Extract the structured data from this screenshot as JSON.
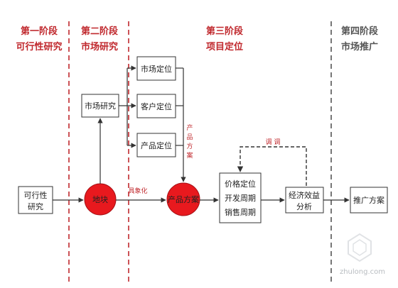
{
  "colors": {
    "stage_title": "#c0282d",
    "last_stage_title": "#555555",
    "divider": "#c0282d",
    "last_divider": "#555555",
    "node_fill": "#e8191e",
    "box_border": "#333333",
    "arrow": "#333333",
    "edge_label": "#c0282d"
  },
  "stages": [
    {
      "line1": "第一阶段",
      "line2": "可行性研究"
    },
    {
      "line1": "第二阶段",
      "line2": "市场研究"
    },
    {
      "line1": "第三阶段",
      "line2": "项目定位"
    },
    {
      "line1": "第四阶段",
      "line2": "市场推广"
    }
  ],
  "boxes": {
    "feasibility": {
      "line1": "可行性",
      "line2": "研究"
    },
    "market_research": "市场研究",
    "market_positioning": "市场定位",
    "customer_positioning": "客户定位",
    "product_positioning": "产品定位",
    "cycles": {
      "line1": "价格定位",
      "line2": "开发周期",
      "line3": "销售周期"
    },
    "economic_analysis": {
      "line1": "经济效益",
      "line2": "分析"
    },
    "promotion_plan": "推广方案"
  },
  "circles": {
    "plot": "地块",
    "product_plan": "产品方案"
  },
  "edge_labels": {
    "concretize": "具象化",
    "product_plan_vertical": [
      "产",
      "品",
      "方",
      "案"
    ],
    "adjust": "调  调"
  },
  "watermark": "zhulong.com"
}
